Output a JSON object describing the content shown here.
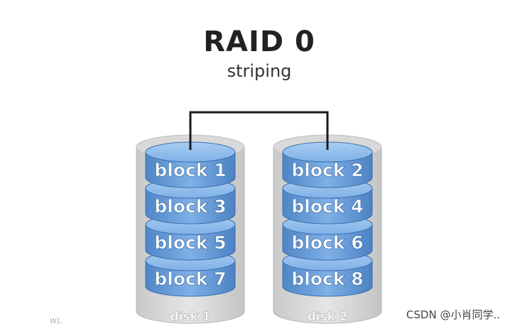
{
  "title": "RAID 0",
  "subtitle": "striping",
  "disks": [
    {
      "label": "disk 1",
      "blocks": [
        "block 1",
        "block 3",
        "block 5",
        "block 7"
      ]
    },
    {
      "label": "disk 2",
      "blocks": [
        "block 2",
        "block 4",
        "block 6",
        "block 8"
      ]
    }
  ],
  "watermark": "CSDN @小肖同学..",
  "logo_text": "ᴡɪ."
}
